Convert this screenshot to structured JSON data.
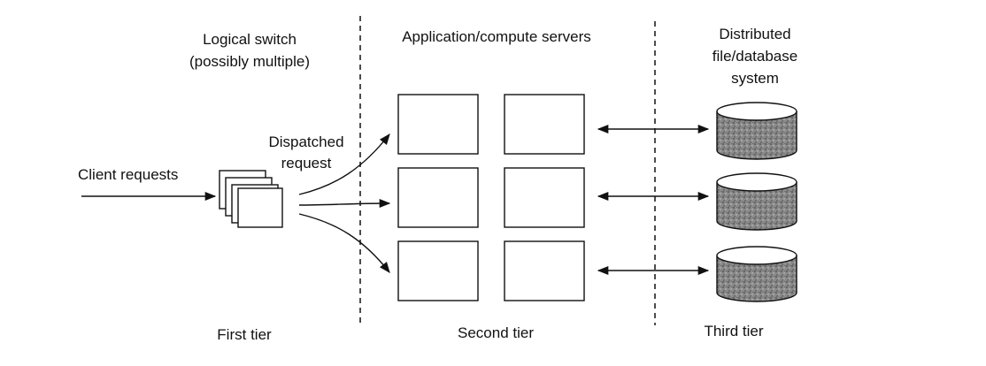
{
  "labels": {
    "logical_switch_line1": "Logical switch",
    "logical_switch_line2": "(possibly multiple)",
    "app_servers": "Application/compute servers",
    "distributed_line1": "Distributed",
    "distributed_line2": "file/database",
    "distributed_line3": "system",
    "dispatched_line1": "Dispatched",
    "dispatched_line2": "request",
    "client_requests": "Client requests",
    "first_tier": "First tier",
    "second_tier": "Second tier",
    "third_tier": "Third tier"
  },
  "colors": {
    "ink": "#111111",
    "background": "#ffffff",
    "disk_fill": "#8a8a8a",
    "disk_top": "#ffffff"
  }
}
